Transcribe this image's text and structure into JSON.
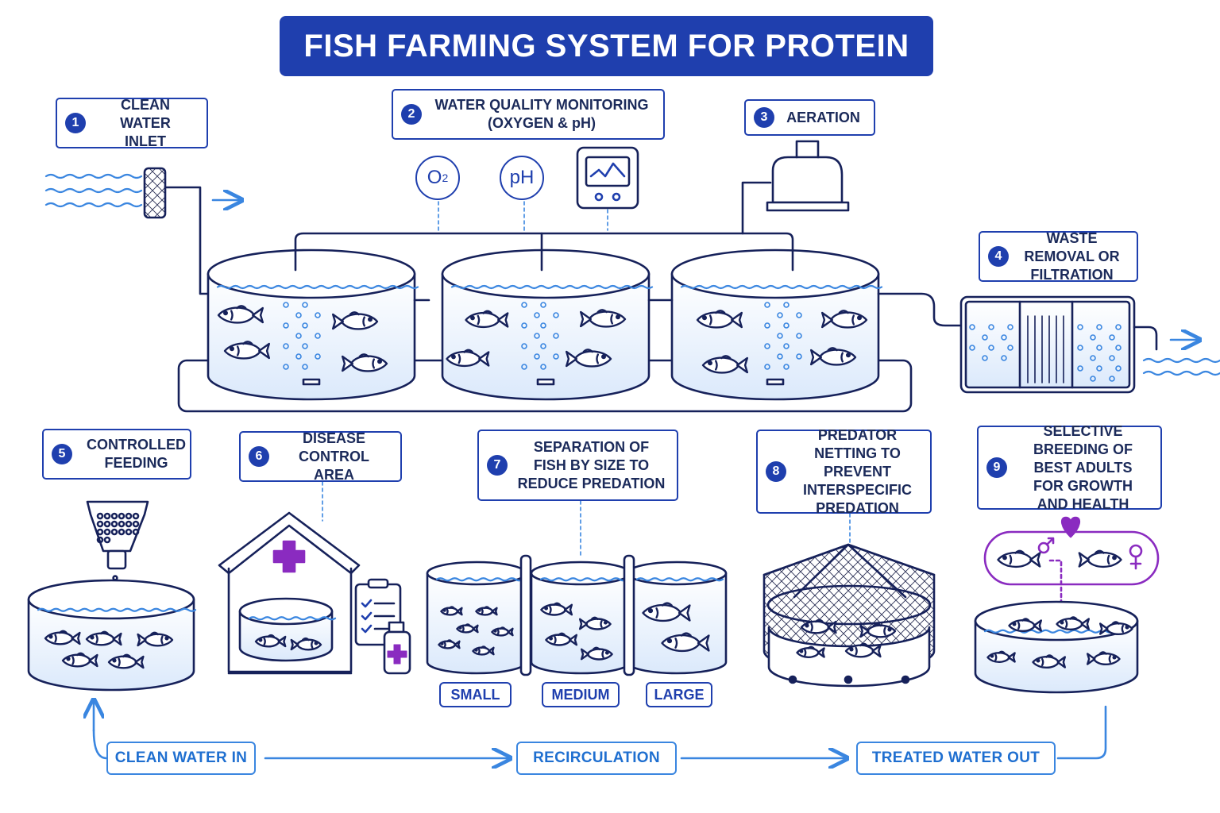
{
  "title": "FISH FARMING SYSTEM FOR PROTEIN",
  "steps": [
    {
      "num": "1",
      "text": "CLEAN WATER INLET"
    },
    {
      "num": "2",
      "text": "WATER QUALITY MONITORING (OXYGEN & pH)"
    },
    {
      "num": "3",
      "text": "AERATION"
    },
    {
      "num": "4",
      "text": "WASTE REMOVAL OR FILTRATION"
    },
    {
      "num": "5",
      "text": "CONTROLLED FEEDING"
    },
    {
      "num": "6",
      "text": "DISEASE CONTROL AREA"
    },
    {
      "num": "7",
      "text": "SEPARATION OF FISH BY SIZE TO REDUCE PREDATION"
    },
    {
      "num": "8",
      "text": "PREDATOR NETTING TO PREVENT INTERSPECIFIC PREDATION"
    },
    {
      "num": "9",
      "text": "SELECTIVE BREEDING OF BEST ADULTS FOR GROWTH AND HEALTH"
    }
  ],
  "sensors": {
    "oxygen": "O",
    "oxygen_sub": "2",
    "ph": "pH"
  },
  "size_tags": [
    "SMALL",
    "MEDIUM",
    "LARGE"
  ],
  "flow": [
    "CLEAN WATER IN",
    "RECIRCULATION",
    "TREATED WATER OUT"
  ],
  "colors": {
    "primary": "#1f3fae",
    "line": "#16215a",
    "water": "#3a86e0",
    "accent": "#8a2bc0"
  },
  "icons": [
    "filter-icon",
    "monitor-icon",
    "aerator-icon",
    "feeder-icon",
    "medical-cross-icon",
    "clipboard-icon",
    "medicine-bottle-icon",
    "net-icon",
    "heart-icon",
    "male-icon",
    "female-icon"
  ]
}
